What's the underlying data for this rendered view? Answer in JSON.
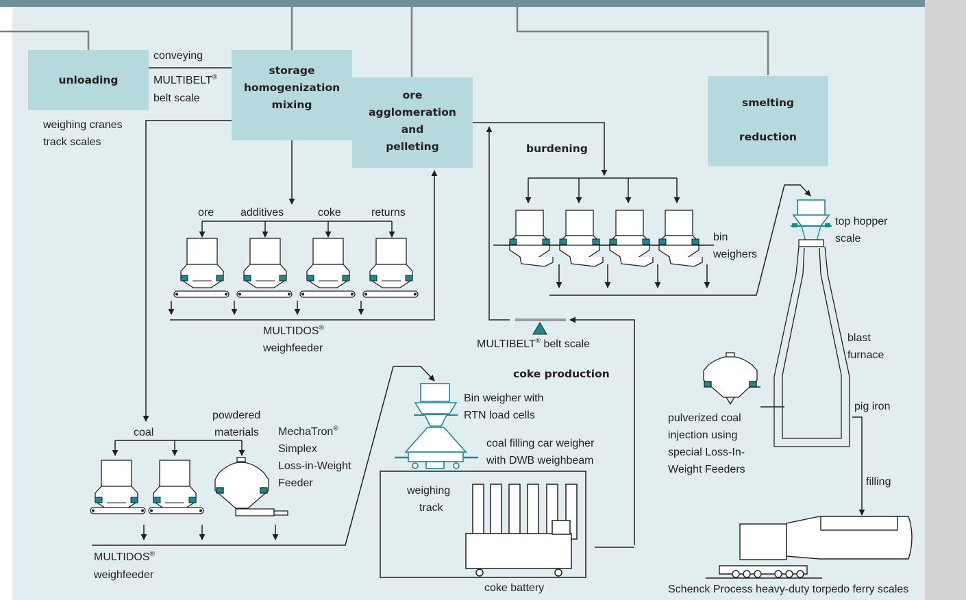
{
  "colors": {
    "panel": "#e1edef",
    "box": "#b6d9de",
    "sidebar": "#d1d3d5",
    "accent": "#1b8a8c",
    "line": "#231f20",
    "belt": "#9a9a9a"
  },
  "process_boxes": {
    "unloading": "unloading",
    "storage": [
      "storage",
      "homogenization",
      "mixing"
    ],
    "ore": [
      "ore",
      "agglomeration",
      "and",
      "pelleting"
    ],
    "smelting": "smelting",
    "reduction": "reduction"
  },
  "conveying": {
    "label": "conveying",
    "belt_scale_brand": "MULTIBELT",
    "belt_scale_mark": "®",
    "belt_scale_suffix": "belt scale"
  },
  "unloading_notes": [
    "weighing cranes",
    "track scales"
  ],
  "feed_labels": {
    "ore": "ore",
    "additives": "additives",
    "coke": "coke",
    "returns": "returns"
  },
  "weighfeeder_top": {
    "brand": "MULTIDOS",
    "mark": "®",
    "suffix": "weighfeeder"
  },
  "burdening": "burdening",
  "bin_weighers": [
    "bin",
    "weighers"
  ],
  "top_hopper": [
    "top hopper",
    "scale"
  ],
  "belt_scale_mid": {
    "brand": "MULTIBELT",
    "mark": "®",
    "suffix": " belt scale"
  },
  "coke_production": "coke production",
  "bin_weigher_rtn": [
    "Bin weigher with",
    "RTN load cells"
  ],
  "coal_filling": [
    "coal filling car weigher",
    "with DWB weighbeam"
  ],
  "weighing_track": [
    "weighing",
    "track"
  ],
  "coke_battery": "coke battery",
  "coal": "coal",
  "powdered": [
    "powdered",
    "materials"
  ],
  "mechatron": {
    "brand": "MechaTron",
    "mark": "®",
    "lines": [
      "Simplex",
      "Loss-in-Weight",
      "Feeder"
    ]
  },
  "weighfeeder_bottom": {
    "brand": "MULTIDOS",
    "mark": "®",
    "suffix": "weighfeeder"
  },
  "blast_furnace": [
    "blast",
    "furnace"
  ],
  "pig_iron": "pig iron",
  "pulverized": [
    "pulverized coal",
    "injection using",
    "special Loss-In-",
    "Weight Feeders"
  ],
  "filling": "filling",
  "torpedo": "Schenck Process heavy-duty torpedo ferry scales"
}
